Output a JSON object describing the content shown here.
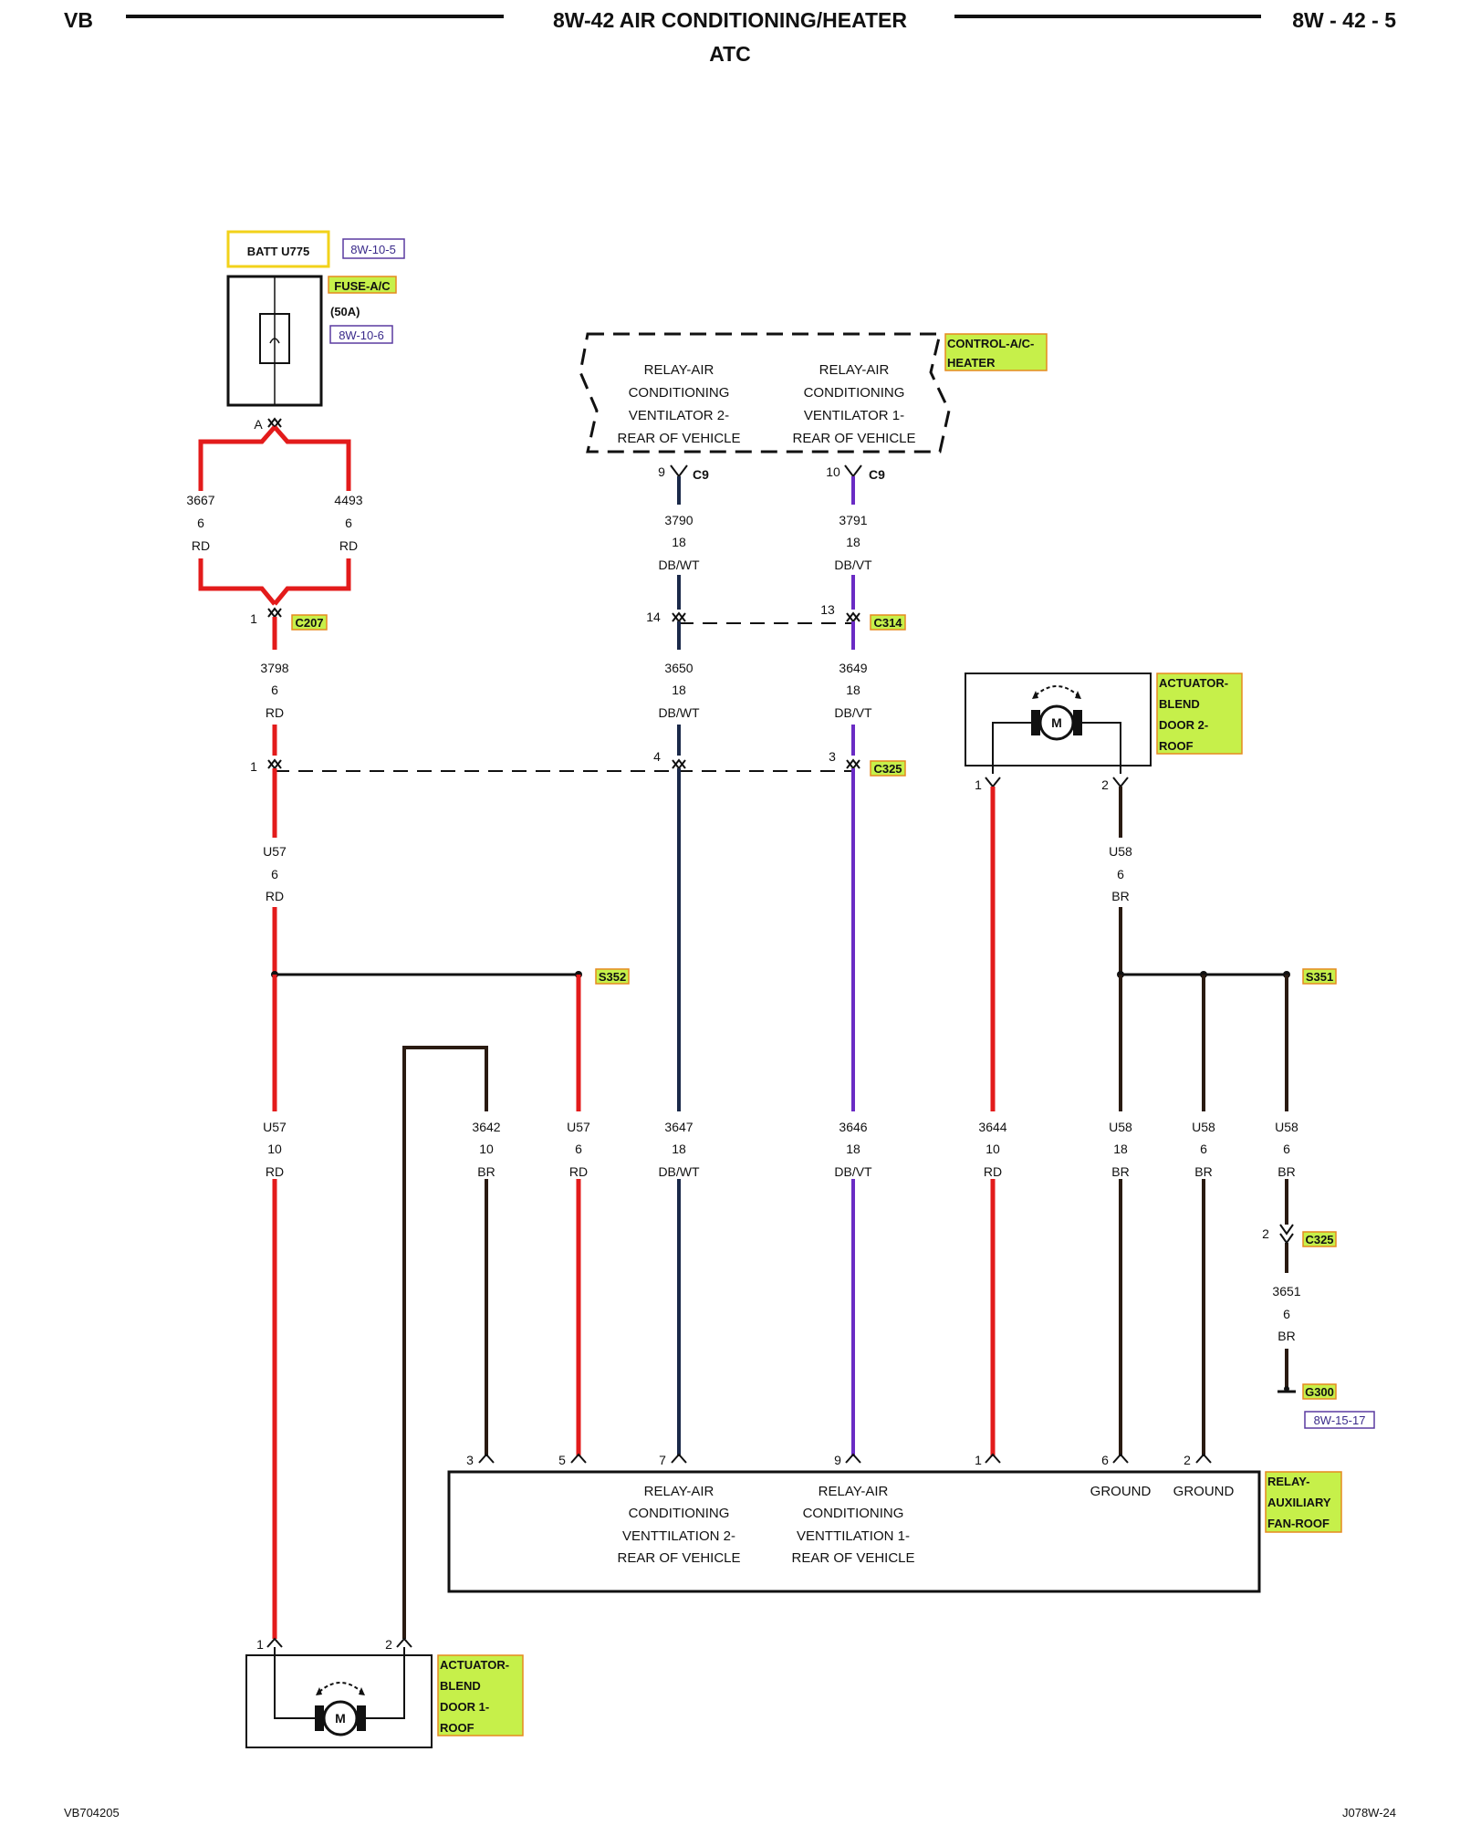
{
  "header": {
    "left": "VB",
    "title": "8W-42 AIR CONDITIONING/HEATER",
    "subtitle": "ATC",
    "page": "8W - 42 - 5"
  },
  "footer": {
    "left": "VB704205",
    "right": "J078W-24"
  },
  "colors": {
    "RD": "#e31b1b",
    "DBWT": "#1b2a4a",
    "DBVT": "#6a2bc4",
    "BR": "#2a1b12",
    "highlight": "#c6f04a",
    "highlight_border": "#e58a1f",
    "batt_border": "#f2d21a"
  },
  "batt": {
    "label": "BATT U775",
    "ref": "8W-10-5"
  },
  "fuse": {
    "label": "FUSE-A/C",
    "rating": "(50A)",
    "ref": "8W-10-6",
    "pin": "A"
  },
  "control": {
    "label": [
      "CONTROL-A/C-",
      "HEATER"
    ],
    "cell1": [
      "RELAY-AIR",
      "CONDITIONING",
      "VENTILATOR 2-",
      "REAR OF VEHICLE"
    ],
    "cell2": [
      "RELAY-AIR",
      "CONDITIONING",
      "VENTILATOR 1-",
      "REAR OF VEHICLE"
    ],
    "pin1": "9",
    "pin2": "10",
    "conn": "C9"
  },
  "wires": {
    "w3667": [
      "3667",
      "6",
      "RD"
    ],
    "w4493": [
      "4493",
      "6",
      "RD"
    ],
    "w3790": [
      "3790",
      "18",
      "DB/WT"
    ],
    "w3791": [
      "3791",
      "18",
      "DB/VT"
    ],
    "w3798": [
      "3798",
      "6",
      "RD"
    ],
    "w3650": [
      "3650",
      "18",
      "DB/WT"
    ],
    "w3649": [
      "3649",
      "18",
      "DB/VT"
    ],
    "wU57a": [
      "U57",
      "6",
      "RD"
    ],
    "wU58a": [
      "U58",
      "6",
      "BR"
    ],
    "wU57b": [
      "U57",
      "10",
      "RD"
    ],
    "w3642": [
      "3642",
      "10",
      "BR"
    ],
    "wU57c": [
      "U57",
      "6",
      "RD"
    ],
    "w3647": [
      "3647",
      "18",
      "DB/WT"
    ],
    "w3646": [
      "3646",
      "18",
      "DB/VT"
    ],
    "w3644": [
      "3644",
      "10",
      "RD"
    ],
    "wU58b": [
      "U58",
      "18",
      "BR"
    ],
    "wU58c": [
      "U58",
      "6",
      "BR"
    ],
    "wU58d": [
      "U58",
      "6",
      "BR"
    ],
    "w3651": [
      "3651",
      "6",
      "BR"
    ]
  },
  "connectors": {
    "c207": "C207",
    "c314": "C314",
    "c325": "C325",
    "c325b": "C325",
    "s352": "S352",
    "s351": "S351",
    "g300": "G300",
    "g300_ref": "8W-15-17"
  },
  "pins": {
    "c207": "1",
    "c314a": "14",
    "c314b": "13",
    "c325a": "1",
    "c325b": "4",
    "c325c": "3",
    "act2_1": "1",
    "act2_2": "2",
    "c325d": "2",
    "relay": [
      "3",
      "5",
      "7",
      "9",
      "1",
      "6",
      "2"
    ],
    "act1_1": "1",
    "act1_2": "2"
  },
  "actuator2": {
    "label": [
      "ACTUATOR-",
      "BLEND",
      "DOOR 2-",
      "ROOF"
    ],
    "motor": "M"
  },
  "actuator1": {
    "label": [
      "ACTUATOR-",
      "BLEND",
      "DOOR 1-",
      "ROOF"
    ],
    "motor": "M"
  },
  "relay": {
    "label": [
      "RELAY-",
      "AUXILIARY",
      "FAN-ROOF"
    ],
    "cell1": [
      "RELAY-AIR",
      "CONDITIONING",
      "VENTTILATION 2-",
      "REAR OF VEHICLE"
    ],
    "cell2": [
      "RELAY-AIR",
      "CONDITIONING",
      "VENTTILATION 1-",
      "REAR OF VEHICLE"
    ],
    "ground1": "GROUND",
    "ground2": "GROUND"
  }
}
